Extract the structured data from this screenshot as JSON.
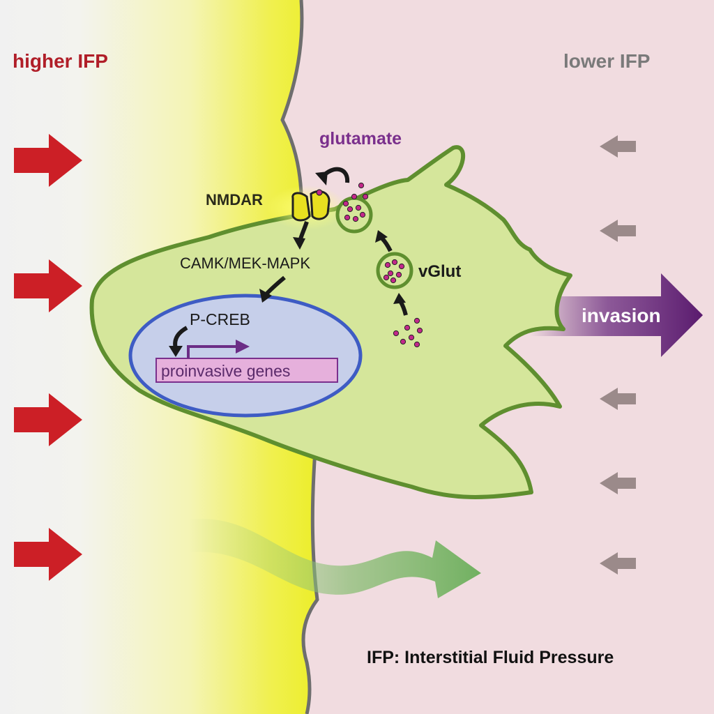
{
  "labels": {
    "higher_ifp": "higher IFP",
    "lower_ifp": "lower IFP",
    "glutamate": "glutamate",
    "nmdar": "NMDAR",
    "camk": "CAMK/MEK-MAPK",
    "pcreb": "P-CREB",
    "genes": "proinvasive genes",
    "vglut": "vGlut",
    "invasion": "invasion",
    "ifp_definition": "IFP: Interstitial Fluid Pressure"
  },
  "colors": {
    "left_background": "#f2f2f2",
    "edge_yellow": "#eef02e",
    "right_background": "#f1dce0",
    "cell_fill": "#d5e69b",
    "cell_outline": "#5f8f2f",
    "nucleus_fill": "#c6cfea",
    "nucleus_outline": "#3e5cc4",
    "high_pressure_arrow": "#cc1f26",
    "low_pressure_arrow": "#9b8a8a",
    "invasion_arrow": "#5a1b6e",
    "flow_arrow": "#72b060",
    "text_red": "#b01e28",
    "text_gray": "#7a7a7a",
    "text_purple": "#7a2f8c",
    "vesicle_dot": "#c2288a"
  },
  "icons": {
    "pressure_arrow_left": "right-arrow-icon",
    "pressure_arrow_right": "left-arrow-icon",
    "transcription_start": "bent-arrow-icon",
    "fluid_flow": "wavy-arrow-icon"
  }
}
